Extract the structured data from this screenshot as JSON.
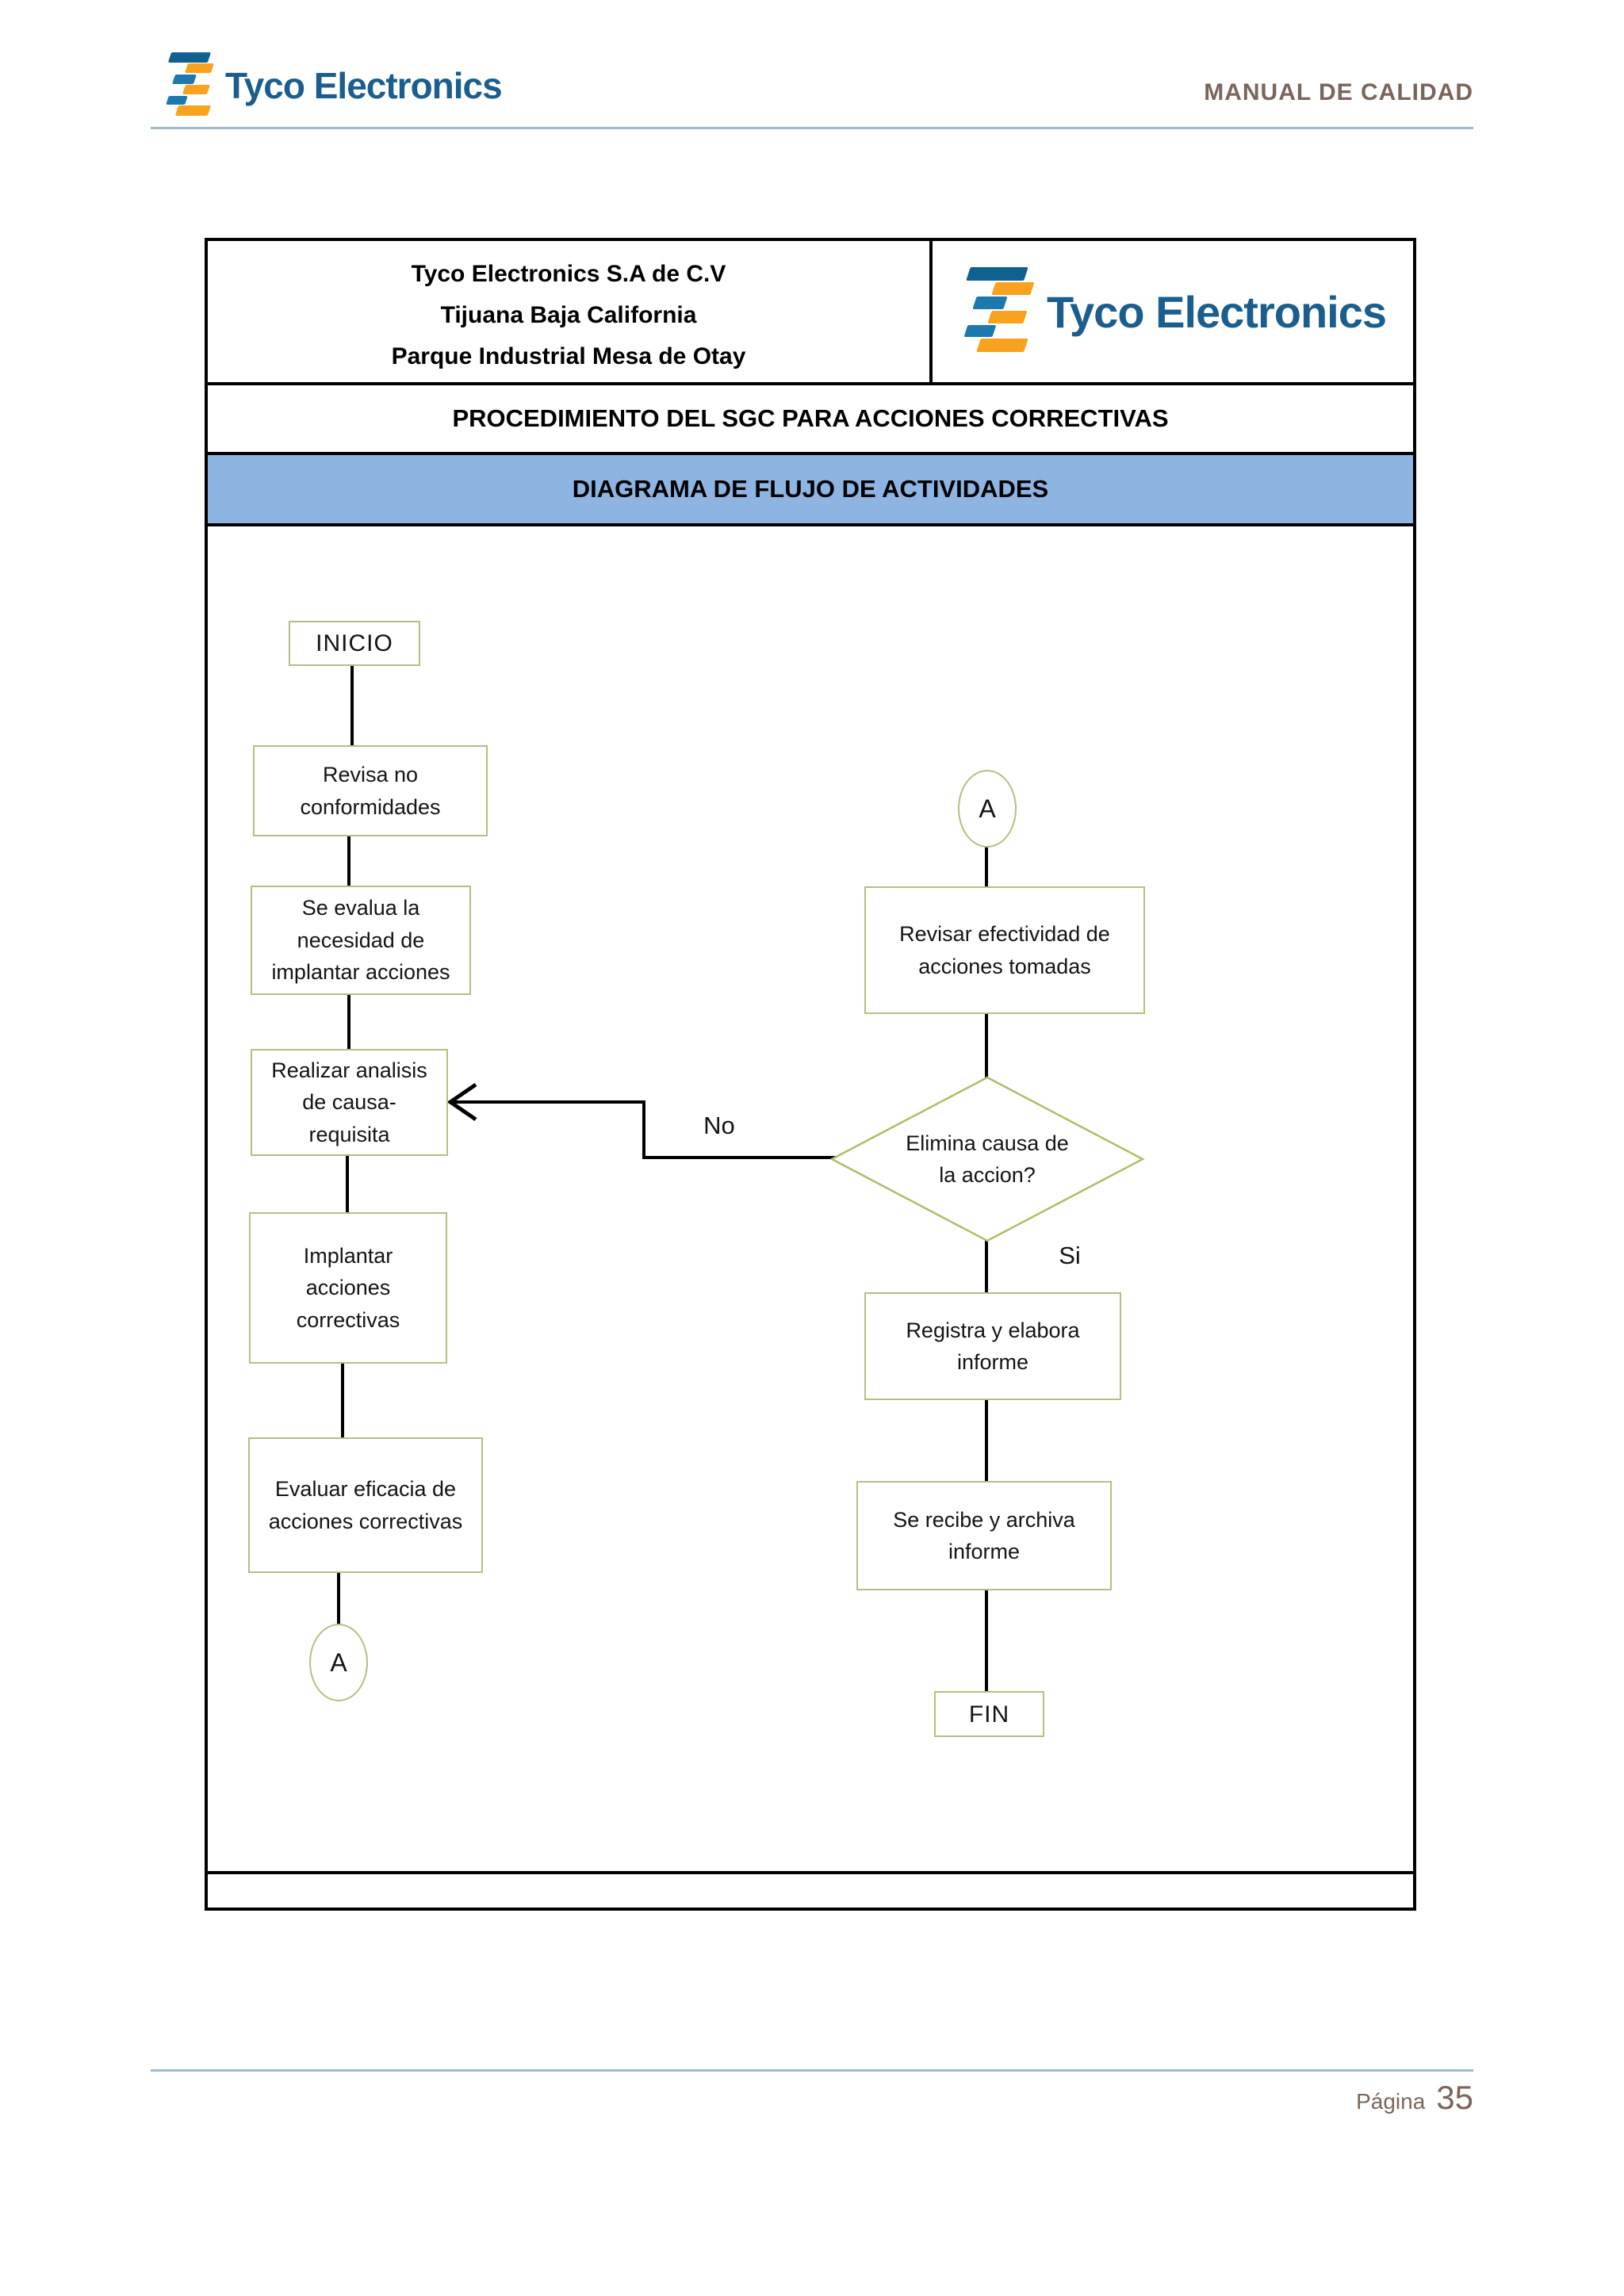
{
  "header": {
    "title": "MANUAL DE CALIDAD"
  },
  "brand": {
    "name": "Tyco Electronics"
  },
  "info_table": {
    "company_line1": "Tyco Electronics S.A de C.V",
    "company_line2": "Tijuana Baja California",
    "company_line3": "Parque Industrial Mesa de Otay",
    "procedure_title": "PROCEDIMIENTO DEL SGC PARA ACCIONES CORRECTIVAS",
    "diagram_title": "DIAGRAMA DE FLUJO DE ACTIVIDADES"
  },
  "flowchart": {
    "inicio": "INICIO",
    "revisa": "Revisa no conformidades",
    "evalua": "Se evalua la necesidad de implantar acciones",
    "analisis": "Realizar analisis de causa- requisita",
    "implantar": "Implantar acciones correctivas",
    "evaluar": "Evaluar eficacia de acciones correctivas",
    "conector_a_izq": "A",
    "conector_a_der": "A",
    "revisar": "Revisar efectividad de acciones tomadas",
    "decision": "Elimina causa de la accion?",
    "no": "No",
    "si": "Si",
    "registra": "Registra y elabora informe",
    "recibe": "Se recibe y archiva informe",
    "fin": "FIN"
  },
  "footer": {
    "page_label": "Página",
    "page_number": "35"
  },
  "colors": {
    "band_blue": "#8eb4e2",
    "shape_border": "#b9bd82",
    "diamond_border": "#a9c066",
    "logo_blue": "#1b79ad",
    "logo_orange": "#f9a21d",
    "brand_text_blue": "#1b5e8e",
    "heading_brown": "#7a655c",
    "rule_blue": "#9fbccb",
    "connector_black": "#000000"
  }
}
